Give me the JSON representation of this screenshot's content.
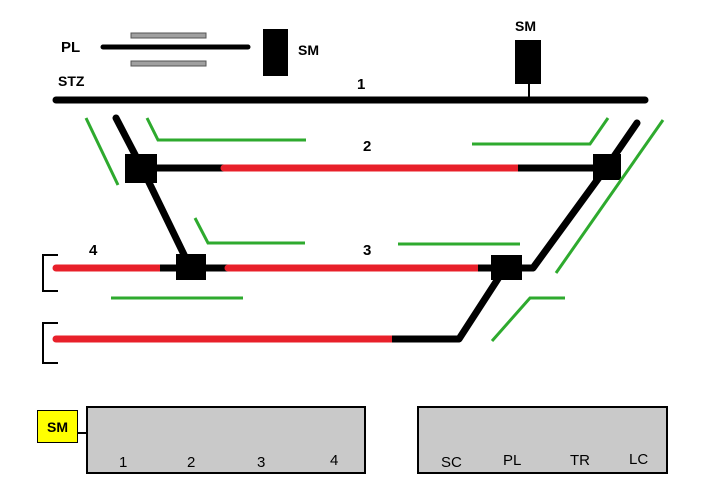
{
  "labels": {
    "pl": "PL",
    "sm_top_left": "SM",
    "sm_top_right": "SM",
    "stz": "STZ",
    "track1": "1",
    "track2": "2",
    "track3": "3",
    "track4": "4"
  },
  "panel_left": {
    "badge": "SM",
    "items": [
      "1",
      "2",
      "3",
      "4"
    ]
  },
  "panel_right": {
    "items": [
      "SC",
      "PL",
      "TR",
      "LC"
    ]
  },
  "colors": {
    "track": "#000000",
    "occupied": "#e8202a",
    "signal_line": "#2eaa2e",
    "panel": "#c9c9c9",
    "badge": "#ffff00"
  }
}
